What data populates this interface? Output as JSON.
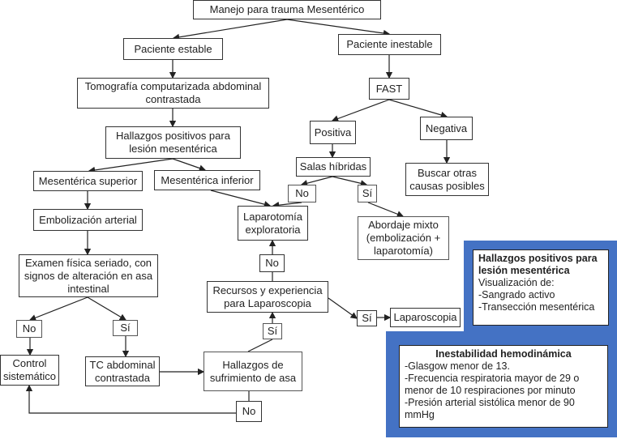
{
  "diagram": {
    "title": "Manejo para trauma  Mesentérico",
    "nodes": {
      "estable": "Paciente estable",
      "inestable": "Paciente inestable",
      "tc": "Tomografía computarizada abdominal contrastada",
      "hallazgos": "Hallazgos positivos para lesión mesentérica",
      "fast": "FAST",
      "positiva": "Positiva",
      "negativa": "Negativa",
      "salas": "Salas híbridas",
      "buscar": "Buscar otras causas posibles",
      "no_salas": "No",
      "si_salas": "Sí",
      "sup": "Mesentérica superior",
      "inf": "Mesentérica inferior",
      "laparotomia": "Laparotomía exploratoria",
      "abordaje": "Abordaje mixto (embolización + laparotomía)",
      "embolizacion": "Embolización arterial",
      "examen": "Examen física seriado, con signos de alteración en asa intestinal",
      "no_lap": "No",
      "recursos": "Recursos y experiencia para Laparoscopia",
      "si_rec": "Sí",
      "laparoscopia": "Laparoscopia",
      "no_exam": "No",
      "si_exam": "Sí",
      "si_sufr": "Sí",
      "control": "Control sistemático",
      "tc2": "TC abdominal contrastada",
      "sufrimiento": "Hallazgos de sufrimiento de asa",
      "no_sufr": "No"
    },
    "note_hallazgos": {
      "title": "Hallazgos positivos para lesión mesentérica",
      "lines": [
        "Visualización de:",
        "-Sangrado activo",
        "-Transección mesentérica"
      ]
    },
    "note_inestabilidad": {
      "title": "Inestabilidad hemodinámica",
      "lines": [
        "-Glasgow menor de 13.",
        "-Frecuencia respiratoria mayor de 29 o menor de 10 respiraciones por minuto",
        "-Presión arterial sistólica menor de 90 mmHg"
      ]
    },
    "colors": {
      "panel": "#4472c4",
      "line": "#222222"
    }
  }
}
